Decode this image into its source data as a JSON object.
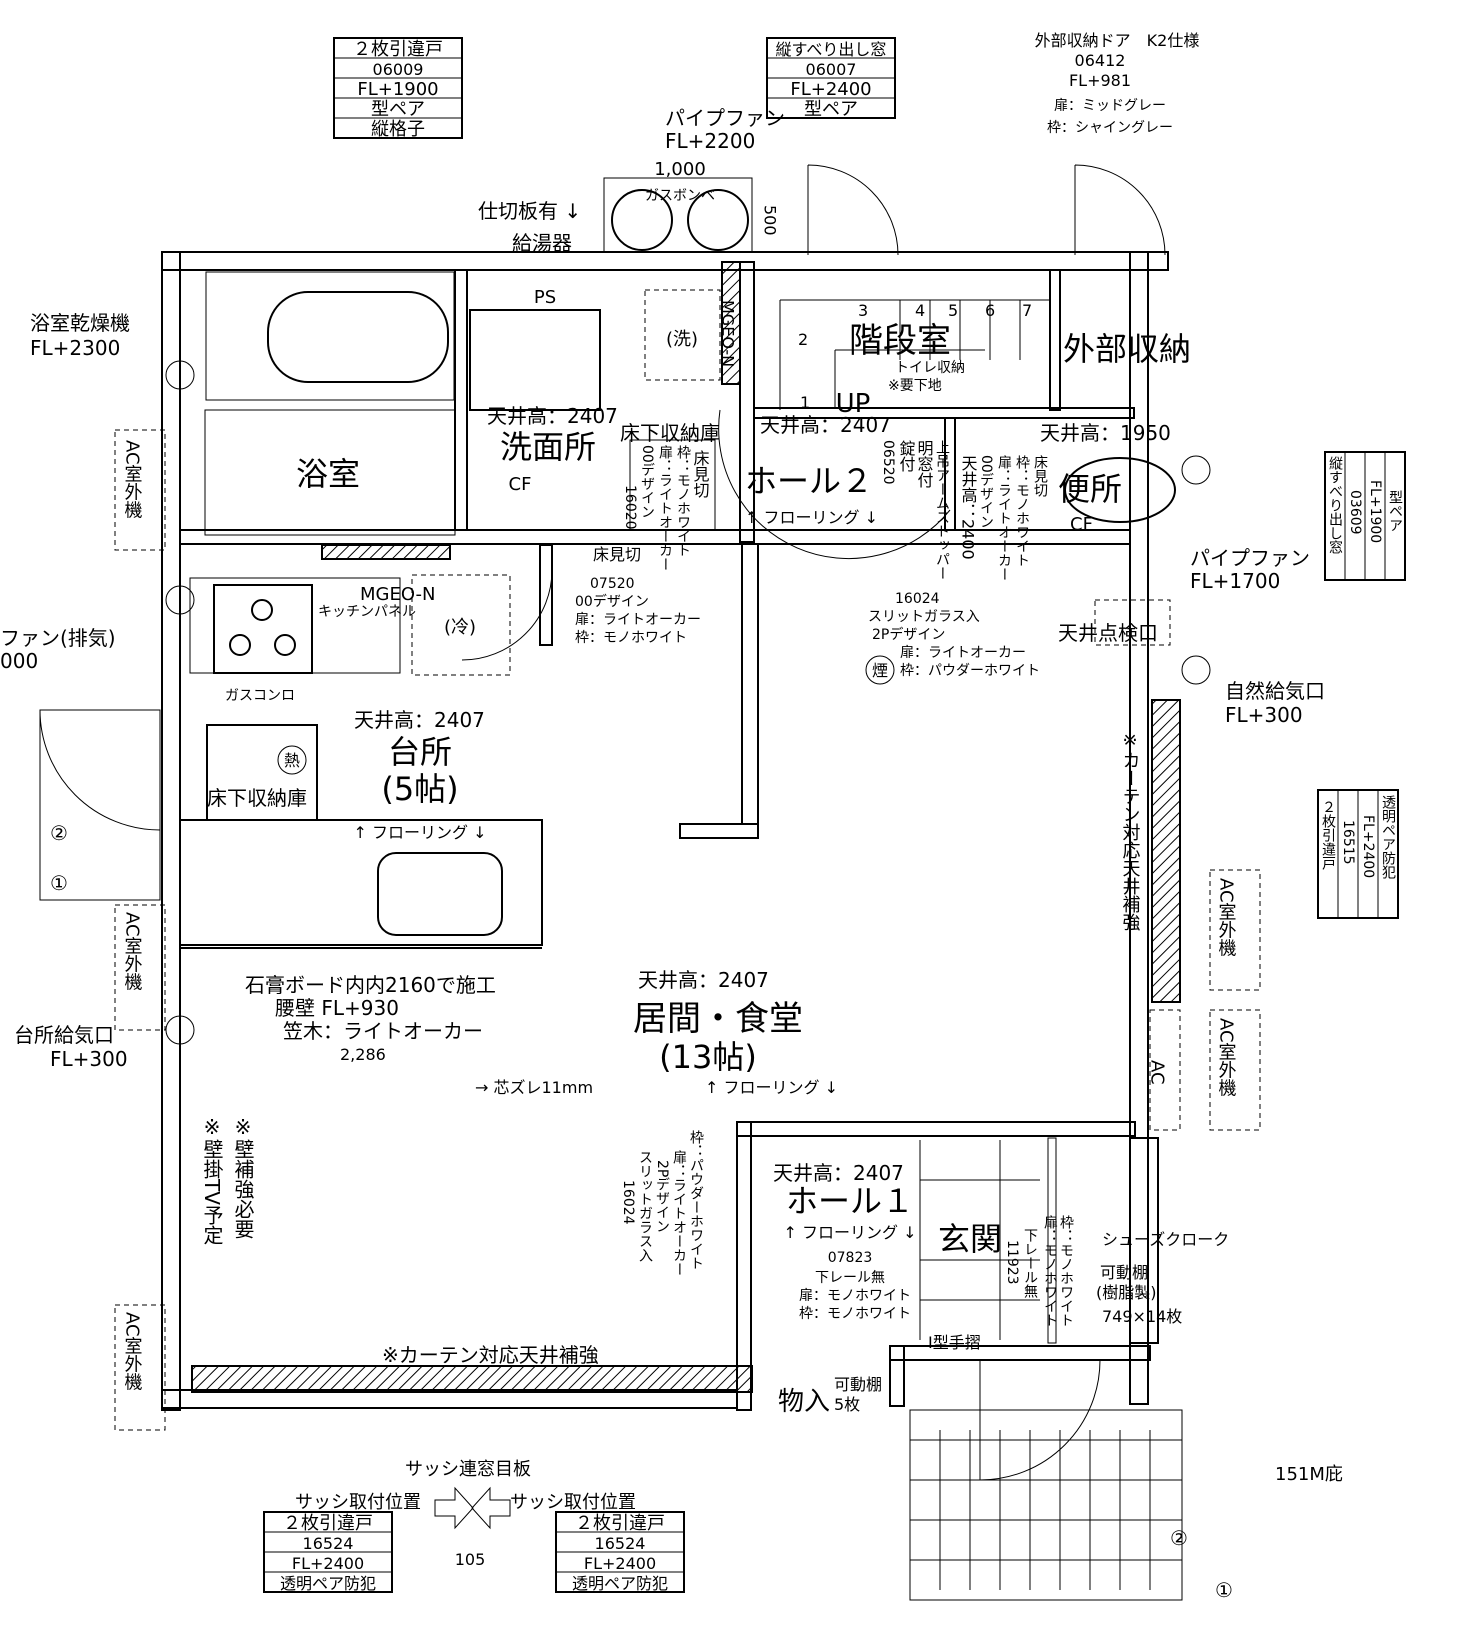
{
  "spec_boxes": {
    "top_left": [
      "２枚引違戸",
      "06009",
      "FL+1900",
      "型ペア",
      "縦格子"
    ],
    "top_center": [
      "縦すべり出し窓",
      "06007",
      "FL+2400",
      "型ペア"
    ],
    "bottom_left": [
      "２枚引違戸",
      "16524",
      "FL+2400",
      "透明ペア防犯"
    ],
    "bottom_right": [
      "２枚引違戸",
      "16524",
      "FL+2400",
      "透明ペア防犯"
    ],
    "right_upper": [
      "縦すべり出し窓",
      "03609",
      "FL+1900",
      "型ペア"
    ],
    "right_middle": [
      "２枚引違戸",
      "16515",
      "FL+2400",
      "透明ペア防犯"
    ]
  },
  "external_door_note": [
    "外部収納ドア　K2仕様",
    "06412",
    "FL+981",
    "扉：ミッドグレー",
    "枠：シャイングレー"
  ],
  "rooms": {
    "bath": "浴室",
    "washroom": "洗面所",
    "washroom_cf": "CF",
    "stair": "階段室",
    "stair_up": "UP",
    "stair_steps": [
      "1",
      "2",
      "3",
      "4",
      "5",
      "6",
      "7"
    ],
    "external_storage": "外部収納",
    "toilet": "便所",
    "toilet_cf": "CF",
    "hall2": "ホール２",
    "kitchen": "台所",
    "kitchen_size": "(5帖)",
    "living": "居間・食堂",
    "living_size": "(13帖)",
    "hall1": "ホール１",
    "entrance": "玄関",
    "storage": "物入",
    "shoe_closet": "シューズクローク"
  },
  "annotations": {
    "pipe_fan_top": [
      "パイプファン",
      "FL+2200"
    ],
    "gas_bombe": "ガスボンベ",
    "dim_1000": "1,000",
    "dim_500": "500",
    "partition": "仕切板有 ↓",
    "water_heater": "給湯器",
    "ps": "PS",
    "bath_dryer": [
      "浴室乾燥機",
      "FL+2300"
    ],
    "exhaust_fan": [
      "ファン(排気)",
      "000"
    ],
    "ac_outdoor": "AC室外機",
    "ac": "AC",
    "ceiling_2407": "天井高：2407",
    "ceiling_1950": "天井高：1950",
    "underfloor_storage": "床下収納庫",
    "floor_cut": "床見切",
    "mgeo": "MGEO-N",
    "wash_machine": "(洗)",
    "fridge": "(冷)",
    "kitchen_panel": "キッチンパネル",
    "gas_stove": "ガスコンロ",
    "heat_sensor": "熱",
    "smoke_sensor": "煙",
    "flooring": "↑ フローリング ↓",
    "toilet_storage": [
      "トイレ収納",
      "※要下地"
    ],
    "door_16020": [
      "16020",
      "00デザイン",
      "扉：ライトオーカー",
      "枠：モノホワイト",
      "床見切"
    ],
    "door_06520": [
      "06520",
      "錠付",
      "明窓付",
      "上吊アームストッパー"
    ],
    "door_toilet": [
      "天井高：2400",
      "00デザイン",
      "扉：ライトオーカー",
      "枠：モノホワイト",
      "床見切"
    ],
    "door_07520": [
      "07520",
      "00デザイン",
      "扉：ライトオーカー",
      "枠：モノホワイト"
    ],
    "door_16024_top": [
      "16024",
      "スリットガラス入",
      "2Pデザイン",
      "扉：ライトオーカー",
      "枠：パウダーホワイト"
    ],
    "door_16024_left": [
      "16024",
      "スリットガラス入",
      "2Pデザイン",
      "扉：ライトオーカー",
      "枠：パウダーホワイト"
    ],
    "door_07823": [
      "07823",
      "下レール無",
      "扉：モノホワイト",
      "枠：モノホワイト"
    ],
    "door_11923": [
      "11923",
      "下レール無",
      "扉：モノホワイト",
      "枠：モノホワイト"
    ],
    "ceiling_hatch": "天井点検口",
    "pipe_fan_right": [
      "パイプファン",
      "FL+1700"
    ],
    "natural_air_inlet": [
      "自然給気口",
      "FL+300"
    ],
    "kitchen_air_inlet": [
      "台所給気口",
      "FL+300"
    ],
    "curtain_reinforce": "※カーテン対応天井補強",
    "gypsum_note": [
      "石膏ボード内内2160で施工",
      "腰壁 FL+930",
      "笠木：ライトオーカー",
      "2,286"
    ],
    "offset_note": "→ 芯ズレ11mm",
    "tv_note": [
      "※壁掛TV予定",
      "※壁補強必要"
    ],
    "shelf_note": [
      "可動棚",
      "(樹脂製)",
      "749×14枚"
    ],
    "storage_shelf": [
      "可動棚",
      "5枚"
    ],
    "handrail": "I型手摺",
    "sash_panel": "サッシ連窓目板",
    "sash_pos_left": "サッシ取付位置",
    "sash_pos_right": "サッシ取付位置",
    "dim_105": "105",
    "eave": "151M庇",
    "marker_1": "①",
    "marker_2": "②"
  }
}
